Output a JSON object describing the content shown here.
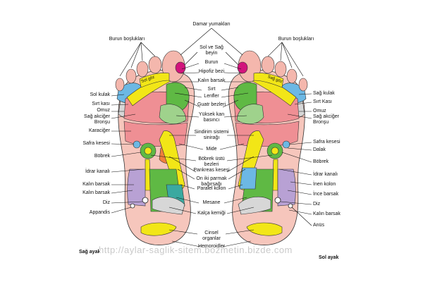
{
  "colors": {
    "skin": "#f6c6bc",
    "toe": "#f4b7ad",
    "pink": "#ef8f94",
    "magenta": "#d2147c",
    "yellow": "#f2e617",
    "green": "#5fb944",
    "lightgreen": "#9fd28c",
    "blue": "#6cb8e4",
    "purple": "#b8a1d4",
    "grey": "#d7d7d7",
    "orange": "#f07f3c",
    "teal": "#3aa9a0"
  },
  "watermark": "http://aylar-saglik-sitem.bozmetin.bizde.com",
  "feet": {
    "right": {
      "title": "Sağ ayak"
    },
    "left": {
      "title": "Sol ayak"
    }
  },
  "labels": {
    "top": [
      "Damar yumakları"
    ],
    "center": [
      "Sol ve Sağ\nbeyin",
      "Burun",
      "Hipofiz bezi",
      "Kalın barsak",
      "Sırt",
      "Lenfler",
      "Guatr bezleri",
      "Yüksek kan\nbasıncı",
      "Sindirim sistemi\nsinirağı",
      "Mide",
      "Böbrek üstü\nbezleri",
      "Pankreas kesesi",
      "On iki parmak\nbağırsağı",
      "Paralel kolon",
      "Mesane",
      "Kalça kemiği",
      "Cinsel\norganlar",
      "Hemoroidler"
    ],
    "left": [
      "Burun boşlukları",
      "Sol kulak",
      "Sırt kası",
      "Omuz",
      "Sağ akciğer\nBronşu",
      "Karaciğer",
      "Safra kesesi",
      "Böbrek",
      "İdrar kanalı",
      "Kalın barsak",
      "Kalın barsak",
      "Diz",
      "Appandis"
    ],
    "right": [
      "Burun boşlukları",
      "Sağ kulak",
      "Sırt Kası",
      "Omuz",
      "Sağ akciğer\nBronşu",
      "Safra kesesi",
      "Dalak",
      "Böbrek",
      "İdrar kanalı",
      "İnen kolon",
      "İnce barsak",
      "Diz",
      "Kalın barsak",
      "Anüs"
    ],
    "toe_inner": [
      "Sol göz",
      "Sağ göz"
    ]
  }
}
